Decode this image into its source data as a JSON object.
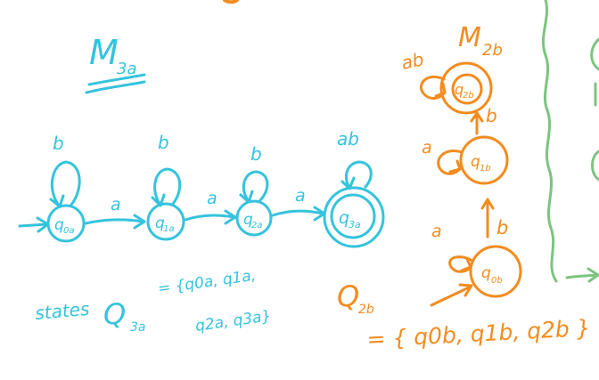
{
  "m3a": {
    "title": "M",
    "title_sub": "3a",
    "states": [
      {
        "label": "q",
        "sub": "0a",
        "loop": "b",
        "initial": true,
        "accepting": false
      },
      {
        "label": "q",
        "sub": "1a",
        "loop": "b",
        "initial": false,
        "accepting": false
      },
      {
        "label": "q",
        "sub": "2a",
        "loop": "b",
        "initial": false,
        "accepting": false
      },
      {
        "label": "q",
        "sub": "3a",
        "loop": "ab",
        "initial": false,
        "accepting": true
      }
    ],
    "transitions": [
      "a",
      "a",
      "a"
    ],
    "states_note": {
      "word": "states",
      "set_name": "Q",
      "set_sub": "3a",
      "line1": "= {q0a, q1a,",
      "line2": "q2a, q3a}"
    }
  },
  "m2b": {
    "title": "M",
    "title_sub": "2b",
    "states": [
      {
        "label": "q",
        "sub": "0b",
        "loop": "a",
        "initial": true,
        "accepting": false
      },
      {
        "label": "q",
        "sub": "1b",
        "loop": "a",
        "initial": false,
        "accepting": false
      },
      {
        "label": "q",
        "sub": "2b",
        "loop": "ab",
        "initial": false,
        "accepting": true
      }
    ],
    "transitions": [
      "b",
      "b"
    ],
    "set_name": "Q",
    "set_sub": "2b",
    "set_text": "= { q0b, q1b, q2b }"
  },
  "colors": {
    "m3a": "#35c3dd",
    "m2b": "#f28c1e",
    "divider": "#7cc47f"
  }
}
